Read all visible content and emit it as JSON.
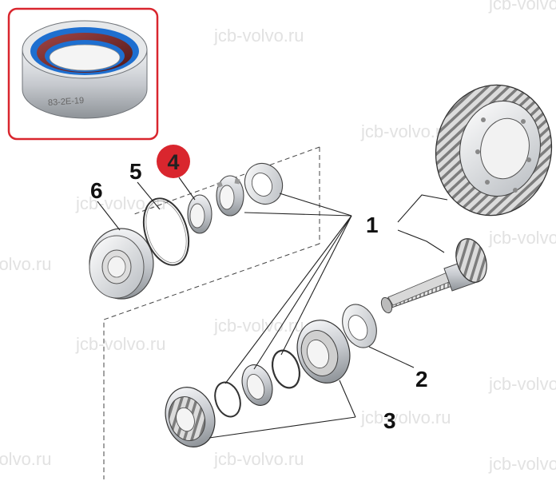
{
  "watermark": {
    "text": "jcb-volvo.ru"
  },
  "callouts": {
    "c1": "1",
    "c2": "2",
    "c3": "3",
    "c4": "4",
    "c5": "5",
    "c6": "6"
  },
  "inset": {
    "seal_marking": "83-2E-19"
  },
  "colors": {
    "highlight_frame": "#d9262e",
    "badge_fill": "#d9262e",
    "seal_blue": "#1e6fd0",
    "seal_rubber": "#7a2a2a",
    "seal_steel": "#c9ccd0"
  }
}
